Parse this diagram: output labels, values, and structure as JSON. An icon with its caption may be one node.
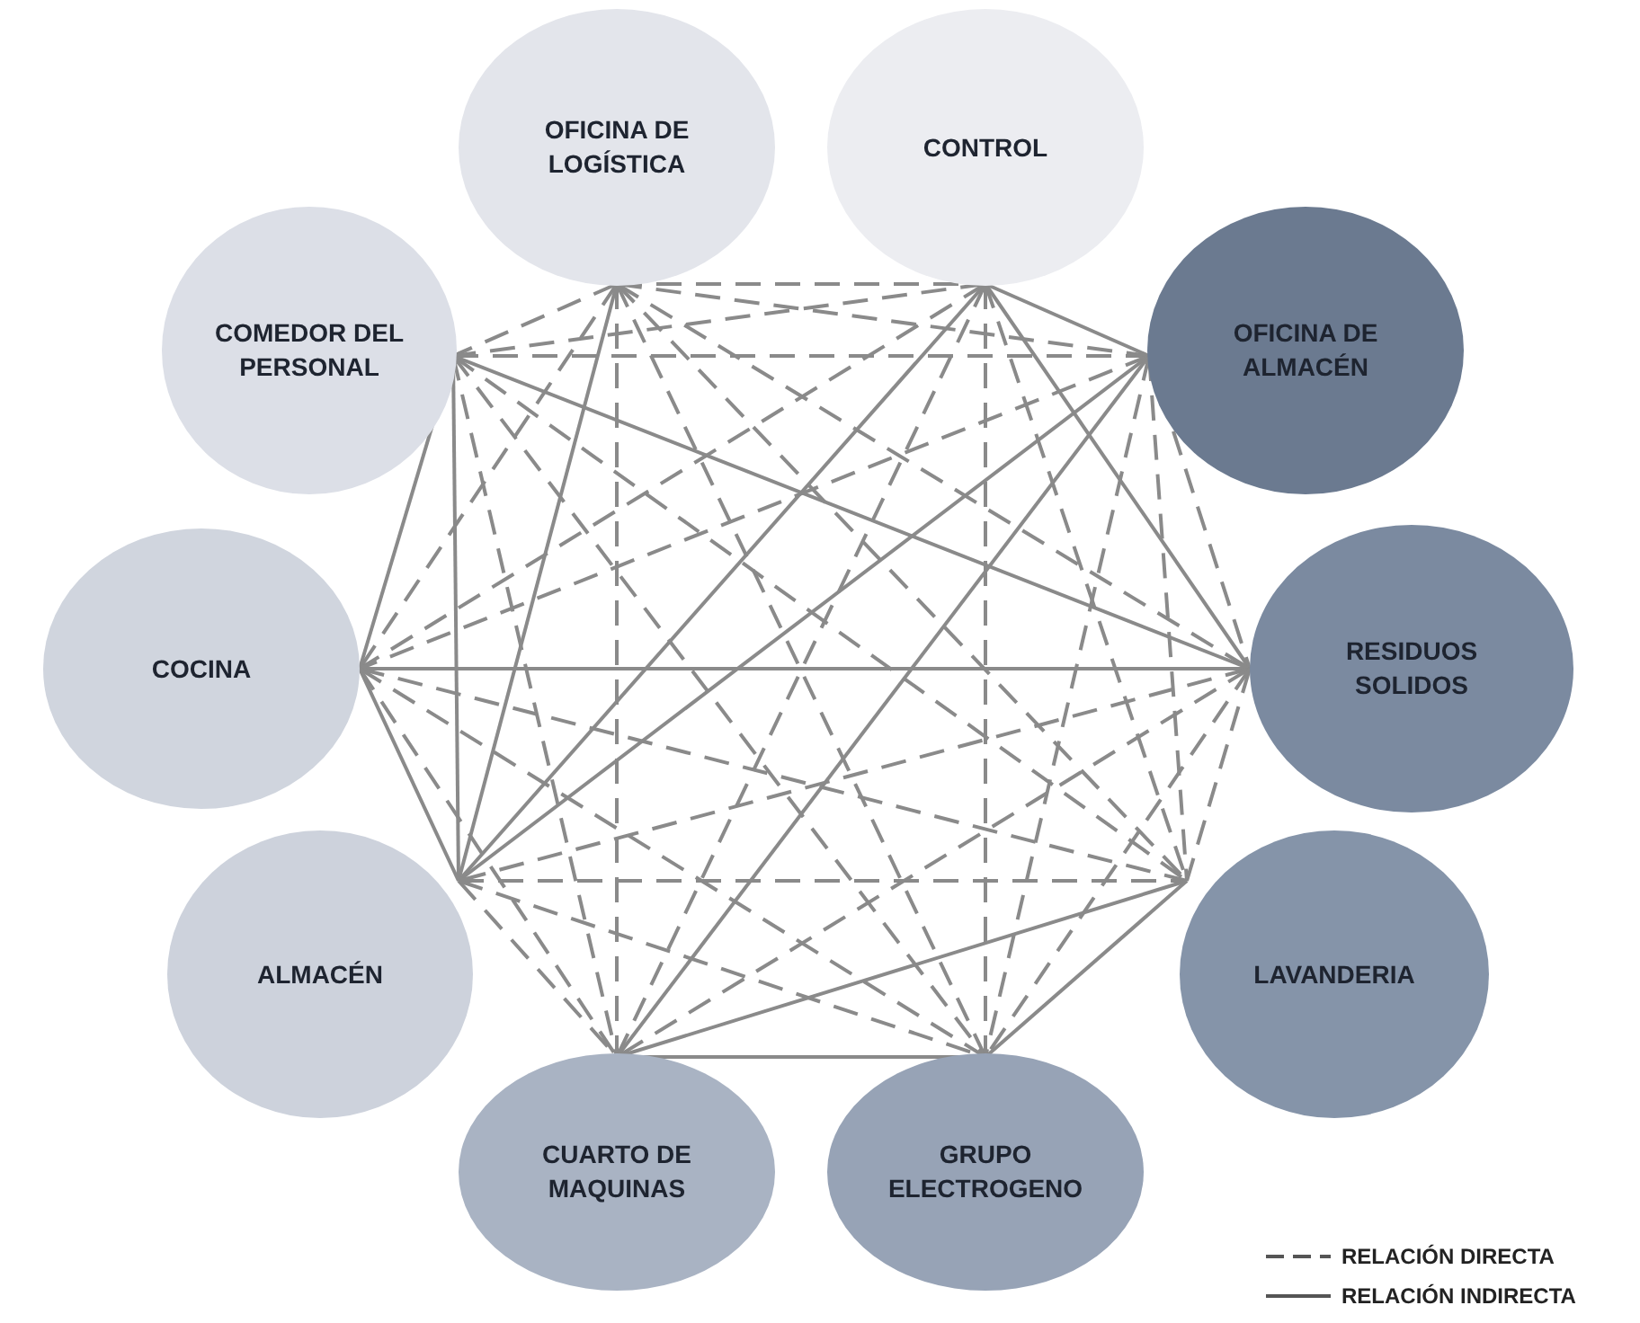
{
  "diagram": {
    "nodes": [
      {
        "text": [
          "OFICINA DE LOGÍSTICA"
        ]
      },
      {
        "text": [
          "CONTROL"
        ]
      },
      {
        "text": [
          "COMEDOR DEL PERSONAL"
        ]
      },
      {
        "text": [
          "OFICINA DE ALMACÉN"
        ]
      },
      {
        "text": [
          "COCINA"
        ]
      },
      {
        "text": [
          "RESIDUOS SOLIDOS"
        ]
      },
      {
        "text": [
          "ALMACÉN"
        ]
      },
      {
        "text": [
          "LAVANDERIA"
        ]
      },
      {
        "text": [
          "CUARTO DE MAQUINAS"
        ]
      },
      {
        "text": [
          "GRUPO ELECTROGENO"
        ]
      }
    ],
    "edges": [
      {
        "from": 0,
        "to": 1,
        "arrow": "none",
        "style": "dashed"
      },
      {
        "from": 0,
        "to": 2,
        "arrow": "none",
        "style": "dashed"
      },
      {
        "from": 0,
        "to": 3,
        "arrow": "none",
        "style": "dashed"
      },
      {
        "from": 0,
        "to": 4,
        "arrow": "none",
        "style": "dashed"
      },
      {
        "from": 0,
        "to": 5,
        "arrow": "none",
        "style": "dashed"
      },
      {
        "from": 0,
        "to": 6,
        "arrow": "none"
      },
      {
        "from": 0,
        "to": 7,
        "arrow": "none",
        "style": "dashed"
      },
      {
        "from": 0,
        "to": 8,
        "arrow": "none",
        "style": "dashed"
      },
      {
        "from": 0,
        "to": 9,
        "arrow": "none",
        "style": "dashed"
      },
      {
        "from": 1,
        "to": 2,
        "arrow": "none",
        "style": "dashed"
      },
      {
        "from": 1,
        "to": 3,
        "arrow": "none"
      },
      {
        "from": 1,
        "to": 4,
        "arrow": "none",
        "style": "dashed"
      },
      {
        "from": 1,
        "to": 5,
        "arrow": "none"
      },
      {
        "from": 1,
        "to": 6,
        "arrow": "none"
      },
      {
        "from": 1,
        "to": 7,
        "arrow": "none",
        "style": "dashed"
      },
      {
        "from": 1,
        "to": 8,
        "arrow": "none",
        "style": "dashed"
      },
      {
        "from": 1,
        "to": 9,
        "arrow": "none",
        "style": "dashed"
      },
      {
        "from": 2,
        "to": 3,
        "arrow": "none",
        "style": "dashed"
      },
      {
        "from": 2,
        "to": 4,
        "arrow": "none"
      },
      {
        "from": 2,
        "to": 5,
        "arrow": "none"
      },
      {
        "from": 2,
        "to": 6,
        "arrow": "none"
      },
      {
        "from": 2,
        "to": 7,
        "arrow": "none",
        "style": "dashed"
      },
      {
        "from": 2,
        "to": 8,
        "arrow": "none",
        "style": "dashed"
      },
      {
        "from": 2,
        "to": 9,
        "arrow": "none",
        "style": "dashed"
      },
      {
        "from": 3,
        "to": 4,
        "arrow": "none",
        "style": "dashed"
      },
      {
        "from": 3,
        "to": 5,
        "arrow": "none",
        "style": "dashed"
      },
      {
        "from": 3,
        "to": 6,
        "arrow": "none"
      },
      {
        "from": 3,
        "to": 7,
        "arrow": "none",
        "style": "dashed"
      },
      {
        "from": 3,
        "to": 8,
        "arrow": "none"
      },
      {
        "from": 3,
        "to": 9,
        "arrow": "none",
        "style": "dashed"
      },
      {
        "from": 4,
        "to": 5,
        "arrow": "none"
      },
      {
        "from": 4,
        "to": 6,
        "arrow": "none"
      },
      {
        "from": 4,
        "to": 7,
        "arrow": "none",
        "style": "dashed"
      },
      {
        "from": 4,
        "to": 8,
        "arrow": "none",
        "style": "dashed"
      },
      {
        "from": 4,
        "to": 9,
        "arrow": "none",
        "style": "dashed"
      },
      {
        "from": 5,
        "to": 6,
        "arrow": "none",
        "style": "dashed"
      },
      {
        "from": 5,
        "to": 7,
        "arrow": "none",
        "style": "dashed"
      },
      {
        "from": 5,
        "to": 8,
        "arrow": "none",
        "style": "dashed"
      },
      {
        "from": 5,
        "to": 9,
        "arrow": "none",
        "style": "dashed"
      },
      {
        "from": 6,
        "to": 7,
        "arrow": "none",
        "style": "dashed"
      },
      {
        "from": 6,
        "to": 8,
        "arrow": "none",
        "style": "dashed"
      },
      {
        "from": 6,
        "to": 9,
        "arrow": "none",
        "style": "dashed"
      },
      {
        "from": 7,
        "to": 8,
        "arrow": "none"
      },
      {
        "from": 7,
        "to": 9,
        "arrow": "none"
      },
      {
        "from": 8,
        "to": 9,
        "arrow": "none"
      }
    ],
    "legend": [
      {
        "text": "RELACIÓN DIRECTA"
      },
      {
        "text": "RELACIÓN INDIRECTA"
      }
    ]
  }
}
